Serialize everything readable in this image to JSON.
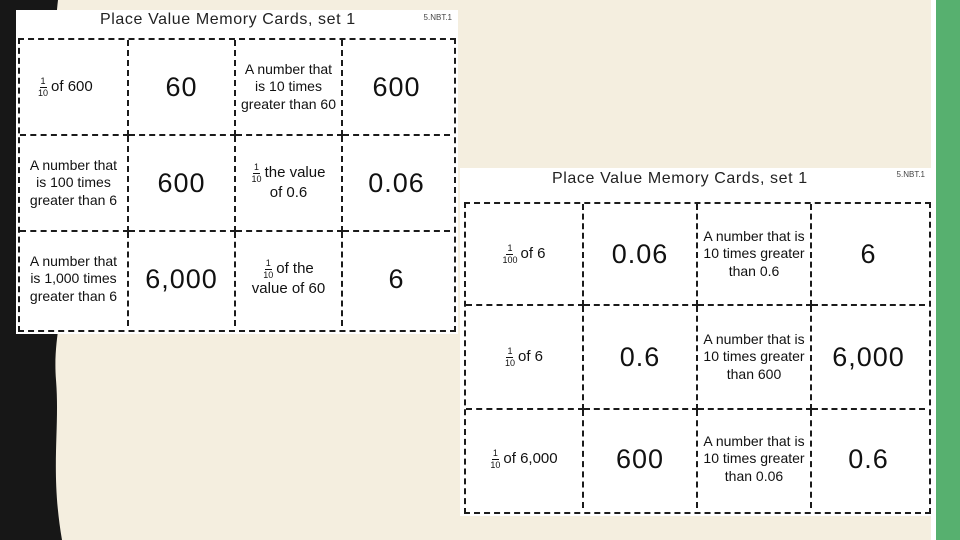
{
  "colors": {
    "background": "#f4eedf",
    "left_band": "#171717",
    "right_strip": "#57b06f"
  },
  "sheets": [
    {
      "title": "Place Value Memory Cards, set 1",
      "code": "5.NBT.1",
      "cards": [
        {
          "kind": "fraction",
          "numerator": "1",
          "denominator": "10",
          "text": "of 600"
        },
        {
          "kind": "value",
          "text": "60"
        },
        {
          "kind": "words",
          "text": "A number that is 10 times greater than 60"
        },
        {
          "kind": "value",
          "text": "600"
        },
        {
          "kind": "words",
          "text": "A number that is 100 times greater than 6"
        },
        {
          "kind": "value",
          "text": "600"
        },
        {
          "kind": "fraction",
          "numerator": "1",
          "denominator": "10",
          "text": "the value",
          "text2": "of 0.6"
        },
        {
          "kind": "value",
          "text": "0.06"
        },
        {
          "kind": "words",
          "text": "A number that is 1,000 times greater than 6"
        },
        {
          "kind": "value",
          "text": "6,000"
        },
        {
          "kind": "fraction",
          "numerator": "1",
          "denominator": "10",
          "text": "of the",
          "text2": "value of 60"
        },
        {
          "kind": "value",
          "text": "6"
        }
      ]
    },
    {
      "title": "Place Value Memory Cards, set 1",
      "code": "5.NBT.1",
      "cards": [
        {
          "kind": "fraction",
          "numerator": "1",
          "denominator": "100",
          "text": "of 6"
        },
        {
          "kind": "value",
          "text": "0.06"
        },
        {
          "kind": "words",
          "text": "A number that is 10 times greater than 0.6"
        },
        {
          "kind": "value",
          "text": "6"
        },
        {
          "kind": "fraction",
          "numerator": "1",
          "denominator": "10",
          "text": "of 6"
        },
        {
          "kind": "value",
          "text": "0.6"
        },
        {
          "kind": "words",
          "text": "A number that is 10 times greater than 600"
        },
        {
          "kind": "value",
          "text": "6,000"
        },
        {
          "kind": "fraction",
          "numerator": "1",
          "denominator": "10",
          "text": "of 6,000"
        },
        {
          "kind": "value",
          "text": "600"
        },
        {
          "kind": "words",
          "text": "A number that is 10 times greater than 0.06"
        },
        {
          "kind": "value",
          "text": "0.6"
        }
      ]
    }
  ]
}
